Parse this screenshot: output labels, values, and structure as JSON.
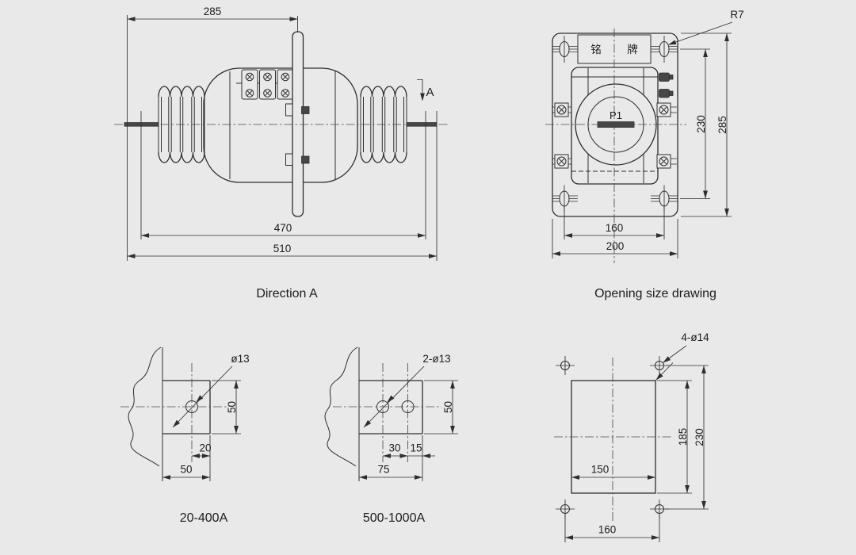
{
  "colors": {
    "background": "#e9e9e9",
    "line": "#2e2e2e",
    "text": "#1c1c1c"
  },
  "side_view": {
    "caption": "Direction A",
    "direction_label": "A",
    "dim_top_width": "285",
    "dim_body_width": "470",
    "dim_total_width": "510"
  },
  "opening_view": {
    "caption": "Opening size drawing",
    "corner_radius_label": "R7",
    "nameplate_char_left": "铭",
    "nameplate_char_right": "牌",
    "terminal_label": "P1",
    "dim_inner_height": "230",
    "dim_total_height": "285",
    "dim_slot_spacing": "160",
    "dim_total_width": "200"
  },
  "terminal_small_view": {
    "caption": "20-400A",
    "hole_label": "ø13",
    "dim_height": "50",
    "dim_hole_offset": "20",
    "dim_width": "50"
  },
  "terminal_large_view": {
    "caption": "500-1000A",
    "hole_label": "2-ø13",
    "dim_height": "50",
    "dim_hole_spacing": "30",
    "dim_edge_offset": "15",
    "dim_width": "75"
  },
  "cutout_view": {
    "hole_label": "4-ø14",
    "dim_opening_height": "185",
    "dim_hole_v_spacing": "230",
    "dim_opening_width": "150",
    "dim_hole_h_spacing": "160"
  }
}
